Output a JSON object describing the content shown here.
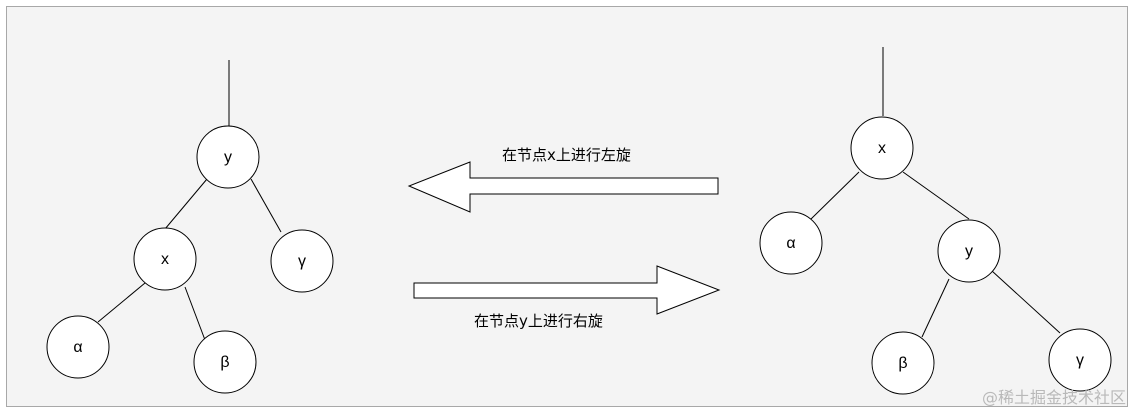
{
  "left_tree": {
    "root": "y",
    "left_child": "x",
    "right_child": "γ",
    "left_left": "α",
    "left_right": "β"
  },
  "right_tree": {
    "root": "x",
    "left_child": "α",
    "right_child": "y",
    "right_left": "β",
    "right_right": "γ"
  },
  "operations": {
    "left_rotate": "在节点x上进行左旋",
    "right_rotate": "在节点y上进行右旋"
  },
  "watermark": "@稀土掘金技术社区"
}
